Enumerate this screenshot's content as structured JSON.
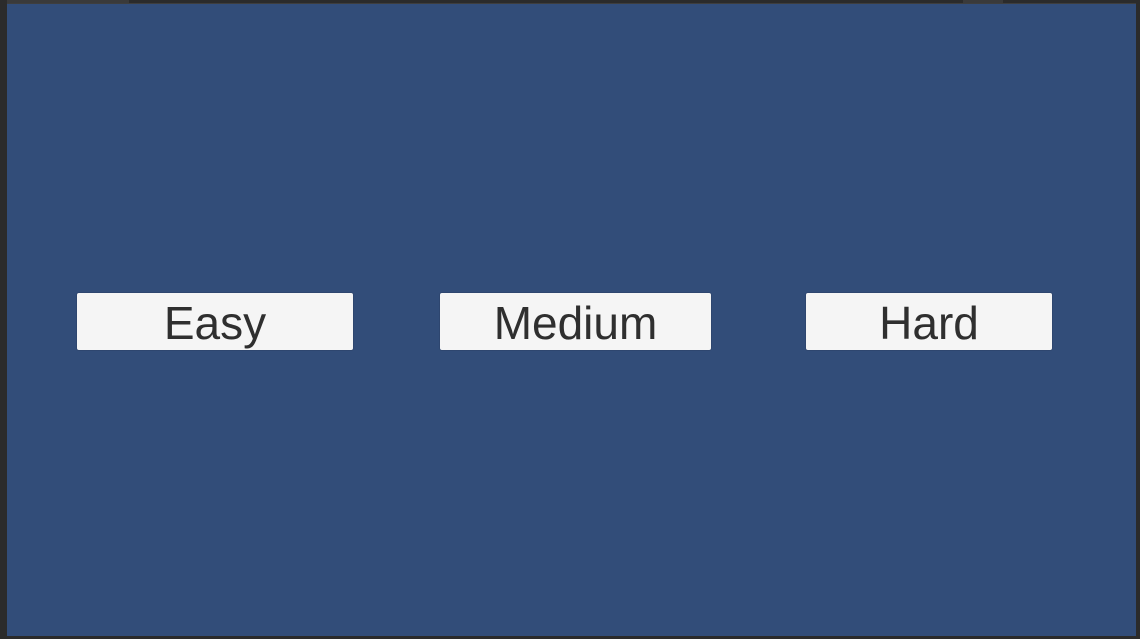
{
  "difficulty_menu": {
    "buttons": [
      {
        "id": "easy",
        "label": "Easy"
      },
      {
        "id": "medium",
        "label": "Medium"
      },
      {
        "id": "hard",
        "label": "Hard"
      }
    ]
  },
  "colors": {
    "background": "#324d79",
    "button_fill": "#f5f5f5",
    "button_text": "#2f2f2f",
    "frame": "#2b2b2b"
  }
}
